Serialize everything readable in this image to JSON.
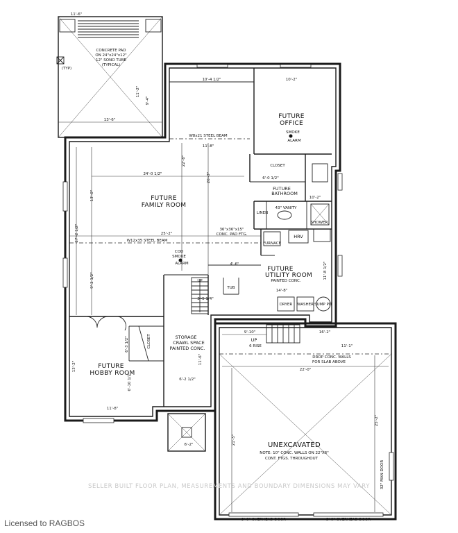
{
  "rooms": {
    "office": [
      "FUTURE",
      "OFFICE"
    ],
    "family": [
      "FUTURE",
      "FAMILY ROOM"
    ],
    "bathroom": [
      "FUTURE",
      "BATHROOM"
    ],
    "utility": [
      "FUTURE",
      "UTILITY ROOM",
      "PAINTED CONC."
    ],
    "hobby": [
      "FUTURE",
      "HOBBY ROOM"
    ],
    "storage": [
      "STORAGE",
      "CRAWL SPACE",
      "PAINTED CONC."
    ],
    "unexcavated": "UNEXCAVATED"
  },
  "labels": {
    "smoke_alarm_office": [
      "SMOKE",
      "ALARM"
    ],
    "smoke_alarm_family": [
      "COD",
      "SMOKE",
      "ALARM"
    ],
    "closet_upper": "CLOSET",
    "closet_hobby": "CLOSET",
    "linen": "LINEN",
    "vanity": "43\" VANITY",
    "shower": "SHOWER",
    "furnace": "FURNACE",
    "hrv": "HRV",
    "dryer": "DRYER",
    "washer": "WASHER",
    "sump": "SUMP PIT",
    "tub": "TUB",
    "up_stair": "UP",
    "up_garage": "UP",
    "risers": "6 RISE",
    "concrete_pad": [
      "CONCRETE PAD",
      "ON 24\"x24\"x12\"",
      "12\" SONO TUBE",
      "(TYPICAL)"
    ],
    "typ": "(TYP)",
    "steel_beam_upper": "W8x21 STEEL BEAM",
    "steel_beam_lower": "W12x35 STEEL BEAM",
    "conc_pad_ftg": [
      "36\"x36\"x15\"",
      "CONC. PAD FTG."
    ],
    "drop_walls": [
      "DROP CONC. WALLS",
      "FOR SLAB ABOVE"
    ],
    "unexc_note": [
      "NOTE: 10\" CONC. WALLS ON 22\"X6\"",
      "CONT. FTGS. THROUGHOUT"
    ],
    "overhead_door_left": "9'-0\" OVERHEAD DOOR",
    "overhead_door_right": "9'-0\" OVERHEAD DOOR",
    "man_door": "32\" MAN DOOR"
  },
  "dimensions": {
    "deck_width": "11'-6\"",
    "deck_depth": "13'-6\"",
    "deck_side": "11'-2\"",
    "deck_inner": "9'-4\"",
    "office_left_width": "10'-4 1/2\"",
    "office_width": "10'-2\"",
    "upper_hall": "11'-8\"",
    "family_width": "24'-0 1/2\"",
    "family_depth": "22'-8\"",
    "family_depth_right": "26'-3\"",
    "family_height": "13'-0\"",
    "left_wall": "27'-2 1/2\"",
    "left_lower": "9'-2 1/2\"",
    "beam_span": "25'-2\"",
    "bath_width": "6'-0 1/2\"",
    "bath_depth": "10'-2\"",
    "util_width": "14'-8\"",
    "util_depth": "11'-8 1/2\"",
    "stair_width": "3'-5 1/4\"",
    "stair_small": "4'-6\"",
    "hobby_width": "11'-8\"",
    "hobby_depth": "13'-2\"",
    "hobby_sub": "6'-10 1/2\"",
    "closet_dim": "6'-3 1/2\"",
    "storage_width": "6'-2 1/2\"",
    "storage_depth": "11'-6\"",
    "garage_upper": "11'-1\"",
    "garage_width": "22'-0\"",
    "garage_depth_left": "21'-5\"",
    "garage_depth_right": "25'-2\"",
    "porch": "6'-2\"",
    "garage_step": "9'-10\"",
    "garage_step2": "16'-2\""
  },
  "watermark": "SELLER BUILT FLOOR PLAN, MEASUREMENTS AND BOUNDARY DIMENSIONS MAY VARY",
  "license": "Licensed to RAGBOS"
}
